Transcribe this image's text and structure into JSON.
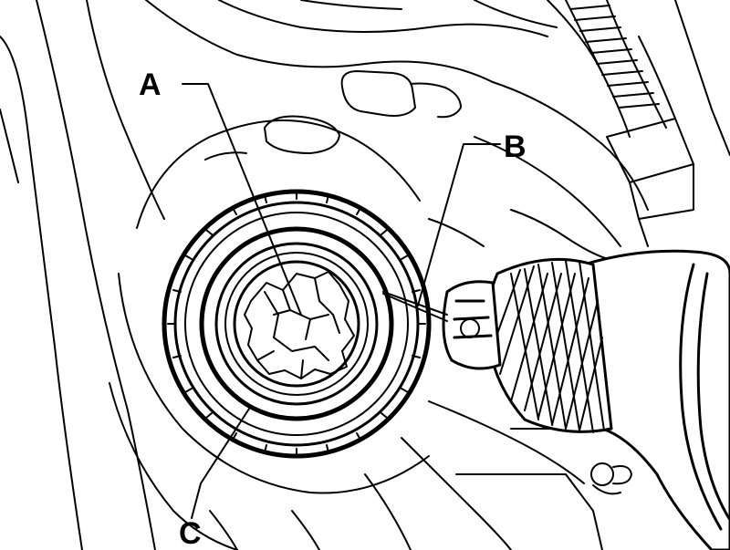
{
  "callouts": [
    {
      "id": "A",
      "text": "A"
    },
    {
      "id": "B",
      "text": "B"
    },
    {
      "id": "C",
      "text": "C"
    }
  ]
}
